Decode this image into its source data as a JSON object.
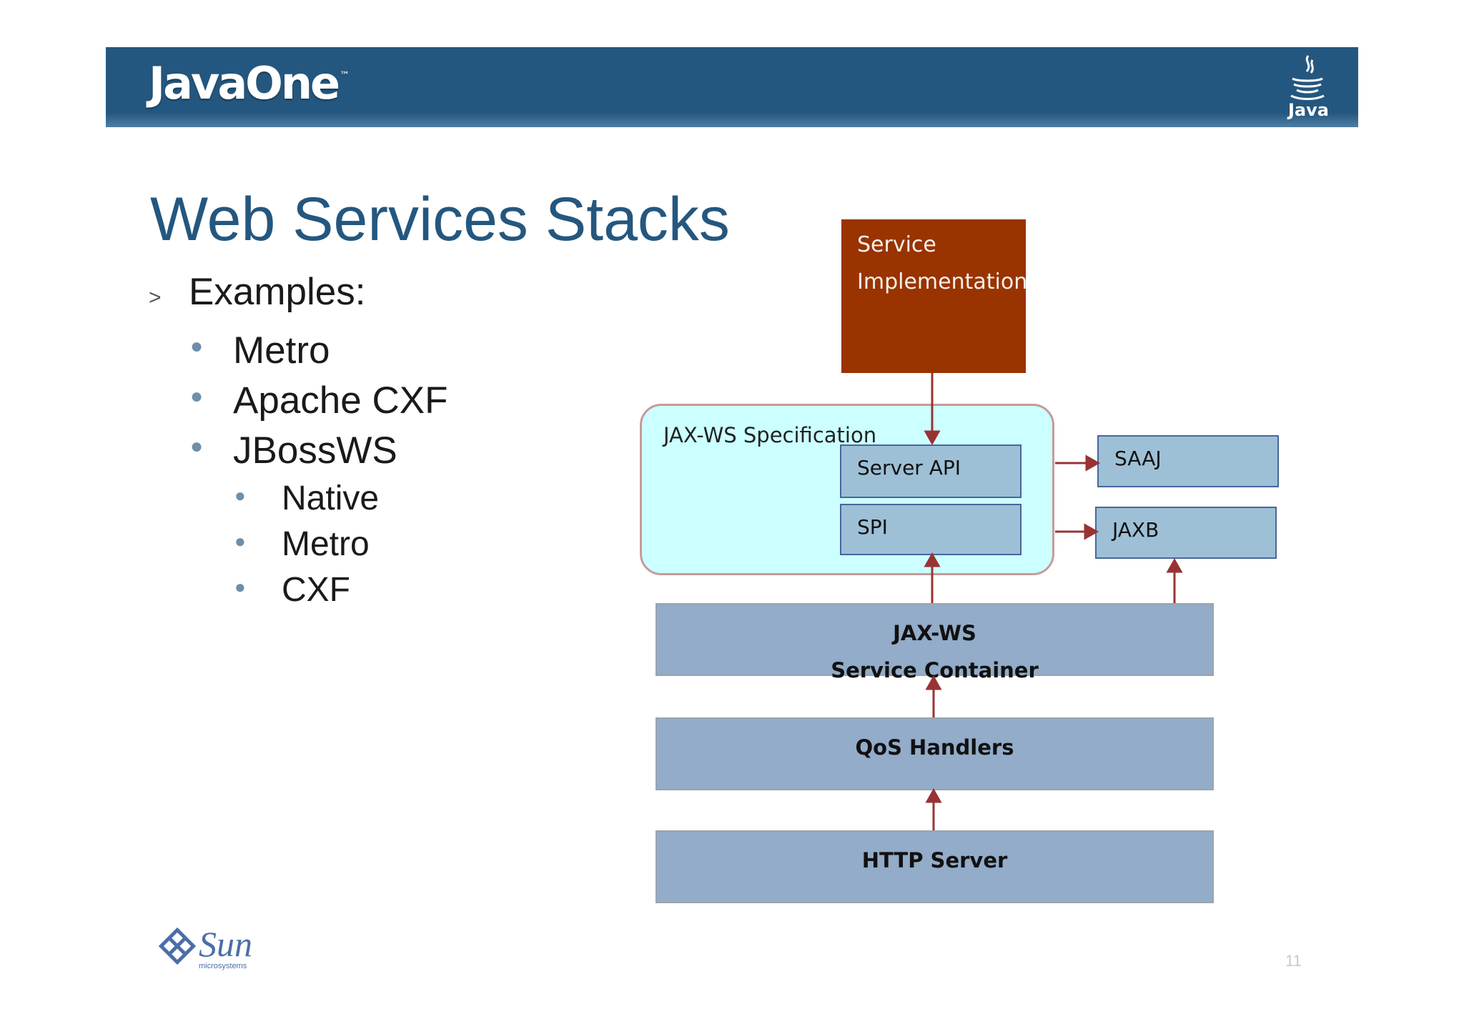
{
  "header": {
    "brand": "JavaOne",
    "brand_mark": "™",
    "java_logo_text": "Java",
    "java_logo_icon": "java-cup-icon"
  },
  "slide": {
    "title": "Web Services Stacks",
    "bullets": {
      "level1": "Examples:",
      "level2": [
        "Metro",
        "Apache CXF",
        "JBossWS"
      ],
      "level3": [
        "Native",
        "Metro",
        "CXF"
      ]
    }
  },
  "diagram": {
    "service_impl": [
      "Service",
      "Implementation"
    ],
    "spec_label": "JAX-WS Specification",
    "server_api": "Server API",
    "spi": "SPI",
    "saaj": "SAAJ",
    "jaxb": "JAXB",
    "container": [
      "JAX-WS",
      "Service Container"
    ],
    "qos": "QoS Handlers",
    "http": "HTTP Server",
    "arrow_color": "#993333"
  },
  "footer": {
    "sun_logo_text": "Sun",
    "sun_logo_sub": "microsystems",
    "page_number": "11"
  },
  "colors": {
    "banner": "#24577f",
    "title": "#24577f",
    "impl_fill": "#993300",
    "spec_fill": "#ccffff",
    "light_box": "#9ec0d6",
    "stack_box": "#92acc9"
  }
}
